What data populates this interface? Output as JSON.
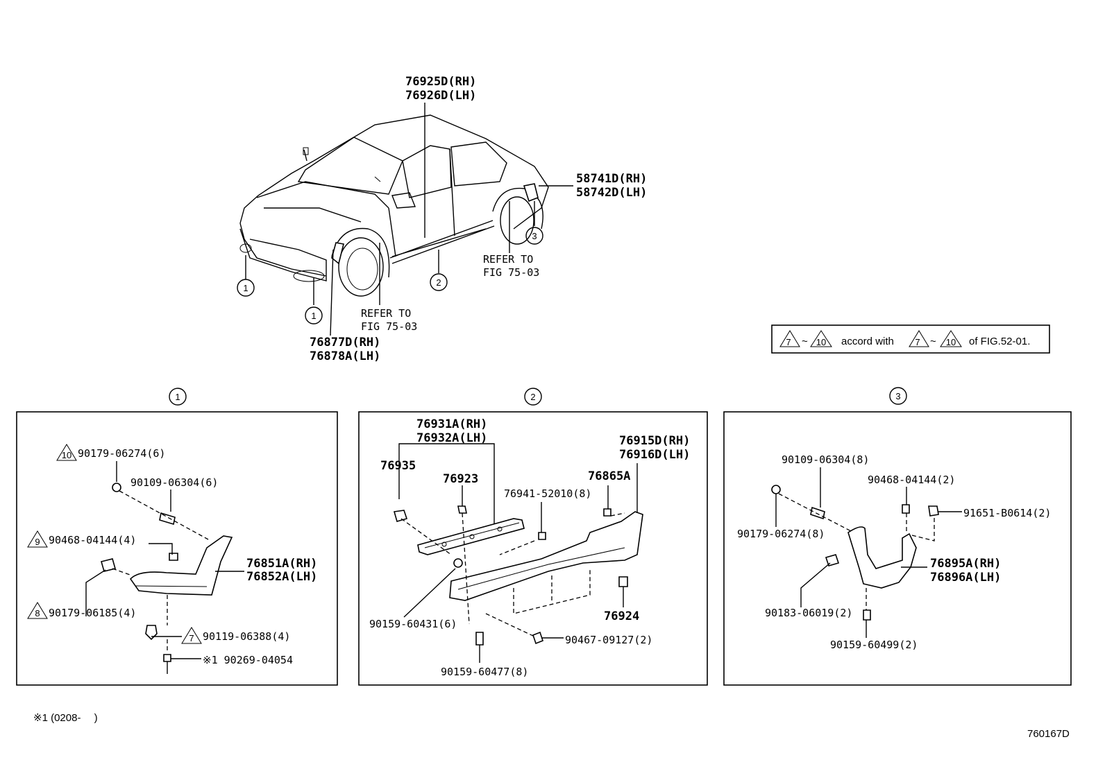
{
  "overview": {
    "part_top": [
      "76925D(RH)",
      "76926D(LH)"
    ],
    "part_rear": [
      "58741D(RH)",
      "58742D(LH)"
    ],
    "part_front": [
      "76877D(RH)",
      "76878A(LH)"
    ],
    "refer_front": [
      "REFER TO",
      "FIG 75-03"
    ],
    "refer_rear": [
      "REFER TO",
      "FIG 75-03"
    ],
    "callouts": [
      "1",
      "1",
      "2",
      "3"
    ]
  },
  "note": {
    "range_start": "7",
    "tilde": "~",
    "range_end": "10",
    "accord_with": "accord with",
    "of_fig": "of FIG.52-01."
  },
  "panel1": {
    "callout": "1",
    "parts": {
      "p90179_06274": "90179-06274(6)",
      "p90109_06304": "90109-06304(6)",
      "p90468_04144": "90468-04144(4)",
      "p76851A": "76851A(RH)",
      "p76852A": "76852A(LH)",
      "p90179_06185": "90179-06185(4)",
      "p90119_06388": "90119-06388(4)",
      "p90269_04054": "※1 90269-04054"
    },
    "triangles": [
      "10",
      "9",
      "8",
      "7"
    ]
  },
  "panel2": {
    "callout": "2",
    "parts": {
      "p76931A": "76931A(RH)",
      "p76932A": "76932A(LH)",
      "p76935": "76935",
      "p76923": "76923",
      "p76941": "76941-52010(8)",
      "p76865A": "76865A",
      "p76915D": "76915D(RH)",
      "p76916D": "76916D(LH)",
      "p76924": "76924",
      "p90159_60431": "90159-60431(6)",
      "p90467_09127": "90467-09127(2)",
      "p90159_60477": "90159-60477(8)"
    }
  },
  "panel3": {
    "callout": "3",
    "parts": {
      "p90109_06304": "90109-06304(8)",
      "p90468_04144": "90468-04144(2)",
      "p91651": "91651-B0614(2)",
      "p90179_06274": "90179-06274(8)",
      "p76895A": "76895A(RH)",
      "p76896A": "76896A(LH)",
      "p90183_06019": "90183-06019(2)",
      "p90159_60499": "90159-60499(2)"
    }
  },
  "footnote": "※1 (0208-　 )",
  "figure_id": "760167D"
}
